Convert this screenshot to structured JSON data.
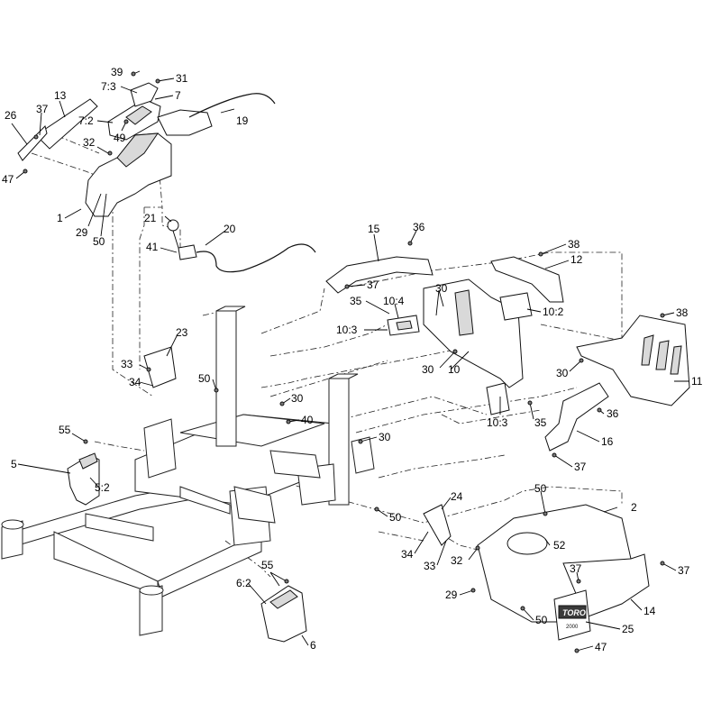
{
  "callouts": [
    {
      "id": "c26",
      "text": "26"
    },
    {
      "id": "c37a",
      "text": "37"
    },
    {
      "id": "c13",
      "text": "13"
    },
    {
      "id": "c39",
      "text": "39"
    },
    {
      "id": "c31",
      "text": "31"
    },
    {
      "id": "c73",
      "text": "7:3"
    },
    {
      "id": "c7",
      "text": "7"
    },
    {
      "id": "c72",
      "text": "7:2"
    },
    {
      "id": "c19",
      "text": "19"
    },
    {
      "id": "c49",
      "text": "49"
    },
    {
      "id": "c32a",
      "text": "32"
    },
    {
      "id": "c47a",
      "text": "47"
    },
    {
      "id": "c1",
      "text": "1"
    },
    {
      "id": "c29a",
      "text": "29"
    },
    {
      "id": "c50a",
      "text": "50"
    },
    {
      "id": "c21",
      "text": "21"
    },
    {
      "id": "c20",
      "text": "20"
    },
    {
      "id": "c41",
      "text": "41"
    },
    {
      "id": "c15",
      "text": "15"
    },
    {
      "id": "c36a",
      "text": "36"
    },
    {
      "id": "c38a",
      "text": "38"
    },
    {
      "id": "c12",
      "text": "12"
    },
    {
      "id": "c37b",
      "text": "37"
    },
    {
      "id": "c30a",
      "text": "30"
    },
    {
      "id": "c35a",
      "text": "35"
    },
    {
      "id": "c104",
      "text": "10:4"
    },
    {
      "id": "c102",
      "text": "10:2"
    },
    {
      "id": "c38b",
      "text": "38"
    },
    {
      "id": "c103a",
      "text": "10:3"
    },
    {
      "id": "c30b",
      "text": "30"
    },
    {
      "id": "c10",
      "text": "10"
    },
    {
      "id": "c30c",
      "text": "30"
    },
    {
      "id": "c11",
      "text": "11"
    },
    {
      "id": "c23",
      "text": "23"
    },
    {
      "id": "c33a",
      "text": "33"
    },
    {
      "id": "c34a",
      "text": "34"
    },
    {
      "id": "c50b",
      "text": "50"
    },
    {
      "id": "c30d",
      "text": "30"
    },
    {
      "id": "c40",
      "text": "40"
    },
    {
      "id": "c103b",
      "text": "10:3"
    },
    {
      "id": "c35b",
      "text": "35"
    },
    {
      "id": "c36b",
      "text": "36"
    },
    {
      "id": "c30e",
      "text": "30"
    },
    {
      "id": "c55a",
      "text": "55"
    },
    {
      "id": "c5",
      "text": "5"
    },
    {
      "id": "c52a",
      "text": "5:2"
    },
    {
      "id": "c16",
      "text": "16"
    },
    {
      "id": "c37c",
      "text": "37"
    },
    {
      "id": "c50c",
      "text": "50"
    },
    {
      "id": "c2",
      "text": "2"
    },
    {
      "id": "c24",
      "text": "24"
    },
    {
      "id": "c50d",
      "text": "50"
    },
    {
      "id": "c34b",
      "text": "34"
    },
    {
      "id": "c33b",
      "text": "33"
    },
    {
      "id": "c32b",
      "text": "32"
    },
    {
      "id": "c52",
      "text": "52"
    },
    {
      "id": "c55b",
      "text": "55"
    },
    {
      "id": "c37d",
      "text": "37"
    },
    {
      "id": "c37e",
      "text": "37"
    },
    {
      "id": "c62",
      "text": "6:2"
    },
    {
      "id": "c29b",
      "text": "29"
    },
    {
      "id": "c14",
      "text": "14"
    },
    {
      "id": "c50e",
      "text": "50"
    },
    {
      "id": "c25",
      "text": "25"
    },
    {
      "id": "c6",
      "text": "6"
    },
    {
      "id": "c47b",
      "text": "47"
    }
  ],
  "decal": {
    "brand": "TORO",
    "model": "2000"
  },
  "colors": {
    "line": "#111111",
    "fill": "#ffffff",
    "shade": "#d9d9d9",
    "decal": "#3a3a3a"
  }
}
